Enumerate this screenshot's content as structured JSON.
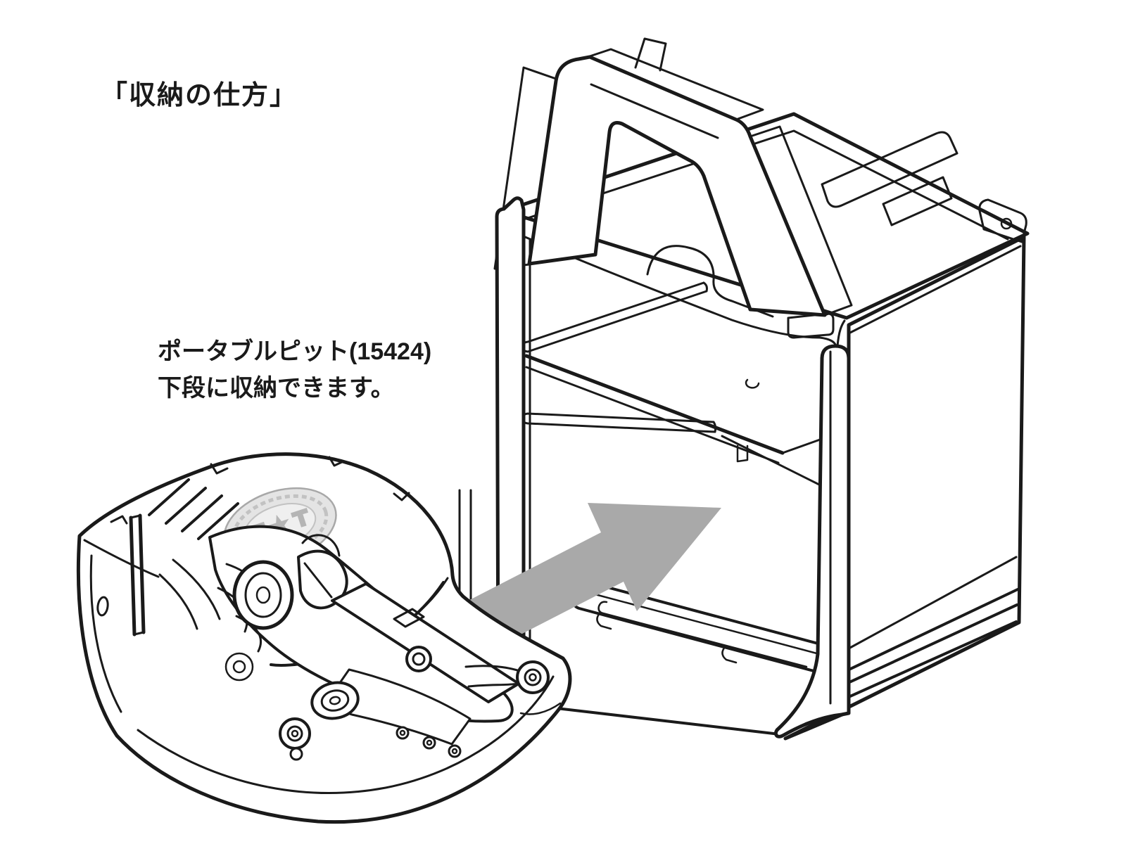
{
  "page": {
    "background": "#ffffff",
    "type": "instruction-manual-illustration"
  },
  "heading": {
    "text": "「収納の仕方」"
  },
  "caption": {
    "line1": "ポータブルピット(15424)",
    "line2": "下段に収納できます。"
  },
  "illustration": {
    "line_color": "#1a1a1a",
    "arrow_color": "#a9a9a9",
    "badge_fill": "#e4e4e4",
    "badge_detail": "#b5b5b5",
    "parts": [
      "portable-pit-storage-case",
      "carrying-handle",
      "middle-shelf",
      "lower-slide-rail",
      "car-carrier-tray",
      "mini-4wd-car",
      "insert-direction-arrow"
    ],
    "logo_badge": "mini4wd-oval-logo"
  }
}
